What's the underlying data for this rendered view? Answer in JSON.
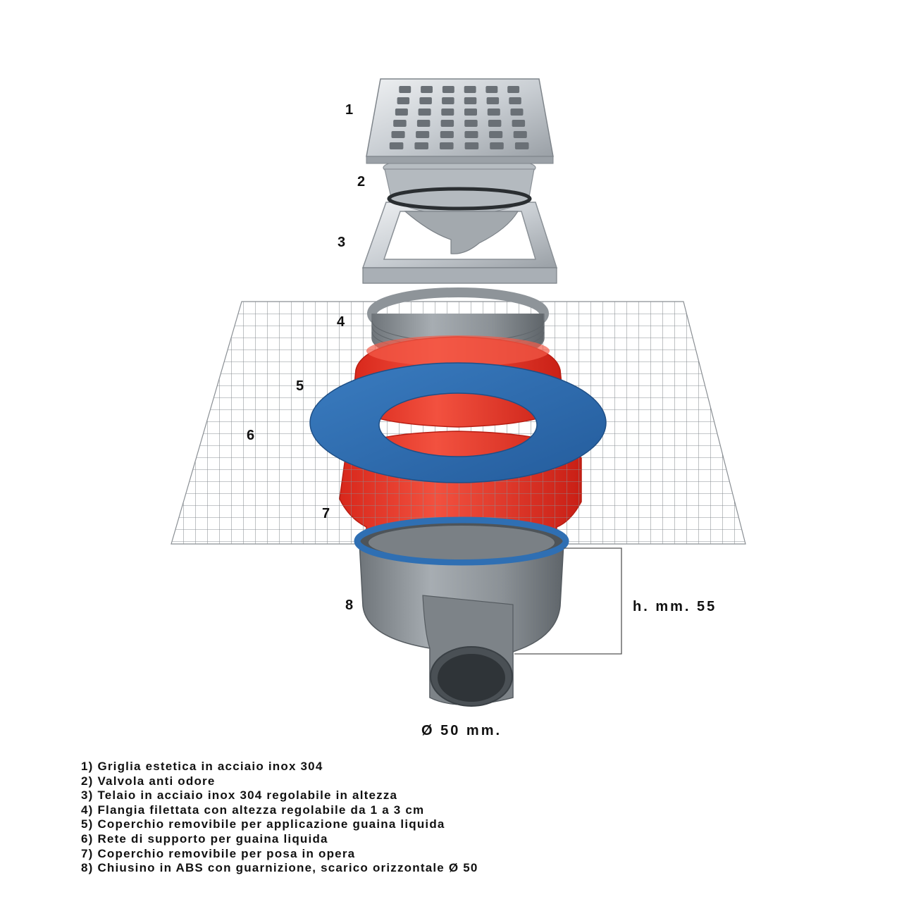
{
  "labels": {
    "n1": "1",
    "n2": "2",
    "n3": "3",
    "n4": "4",
    "n5": "5",
    "n6": "6",
    "n7": "7",
    "n8": "8"
  },
  "dimensions": {
    "height": "h. mm. 55",
    "diameter": "Ø 50 mm."
  },
  "legend": [
    "1) Griglia estetica in acciaio inox 304",
    "2) Valvola anti odore",
    "3) Telaio in acciaio inox 304 regolabile in altezza",
    "4) Flangia filettata con altezza regolabile da 1 a 3 cm",
    "5) Coperchio removibile per applicazione guaina liquida",
    "6) Rete di supporto per guaina liquida",
    "7) Coperchio removibile per posa in opera",
    "8) Chiusino in ABS con guarnizione, scarico orizzontale Ø 50"
  ],
  "colors": {
    "steel": "#c9ced3",
    "grey_plastic": "#8e9499",
    "red": "#e8392a",
    "blue_ring": "#2f6fb3",
    "mesh": "#8a8f94"
  },
  "components": [
    "grille-icon",
    "odor-valve-icon",
    "steel-frame-icon",
    "threaded-flange-icon",
    "red-cover-icon",
    "support-mesh-icon",
    "blue-gasket-ring-icon",
    "lower-red-cover-icon",
    "drain-body-icon"
  ]
}
